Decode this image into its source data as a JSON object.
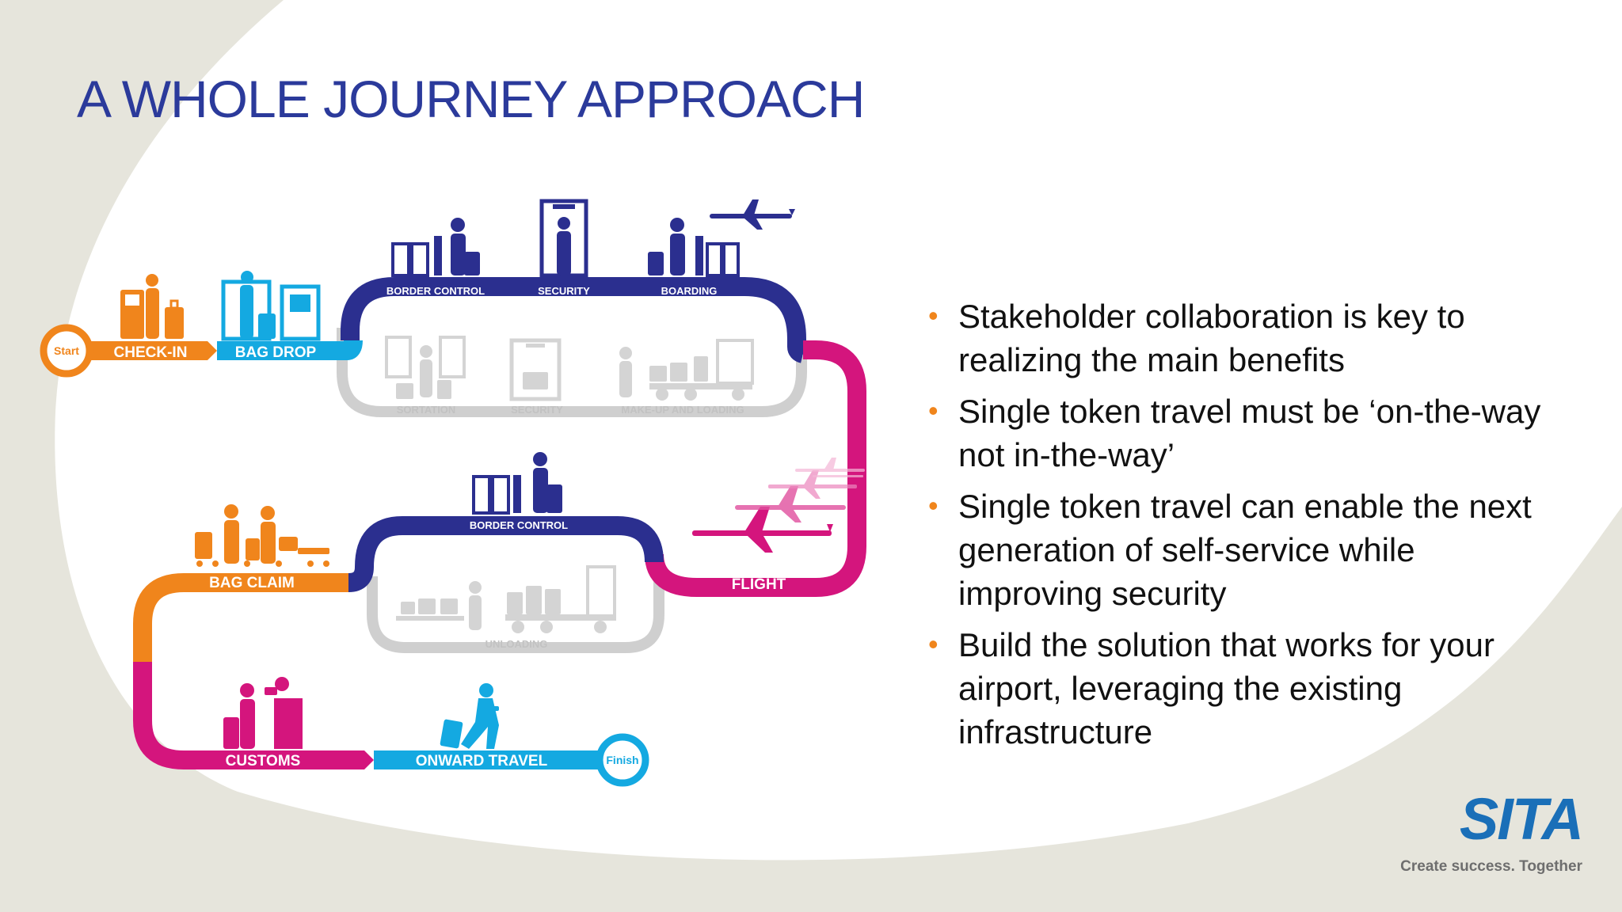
{
  "title": "A WHOLE JOURNEY APPROACH",
  "colors": {
    "title": "#2b3a9b",
    "orange": "#f0851c",
    "cyan": "#14a9e1",
    "navy": "#2b2f8f",
    "magenta": "#d4157d",
    "grey": "#cfcfcf",
    "bullet": "#f0851c",
    "logo": "#1a6fb8"
  },
  "journey": {
    "start": "Start",
    "finish": "Finish",
    "passenger_steps": [
      "CHECK-IN",
      "BAG DROP",
      "BORDER CONTROL",
      "SECURITY",
      "BOARDING",
      "FLIGHT",
      "BORDER CONTROL",
      "BAG CLAIM",
      "CUSTOMS",
      "ONWARD TRAVEL"
    ],
    "baggage_steps": [
      "SORTATION",
      "SECURITY",
      "MAKE-UP AND LOADING",
      "UNLOADING"
    ],
    "labels": {
      "checkin": "CHECK-IN",
      "bagdrop": "BAG DROP",
      "border1": "BORDER CONTROL",
      "security1": "SECURITY",
      "boarding": "BOARDING",
      "sortation": "SORTATION",
      "security2": "SECURITY",
      "makeup": "MAKE-UP AND LOADING",
      "flight": "FLIGHT",
      "border2": "BORDER CONTROL",
      "bagclaim": "BAG CLAIM",
      "unloading": "UNLOADING",
      "customs": "CUSTOMS",
      "onward": "ONWARD TRAVEL"
    }
  },
  "bullets": [
    "Stakeholder collaboration is key to realizing the main benefits",
    "Single token travel must be ‘on-the-way not in-the-way’",
    "Single token travel can enable the next generation of self-service while improving security",
    "Build the solution that works for your airport, leveraging the existing infrastructure"
  ],
  "logo": {
    "wordmark": "SITA",
    "tagline": "Create success. Together"
  }
}
